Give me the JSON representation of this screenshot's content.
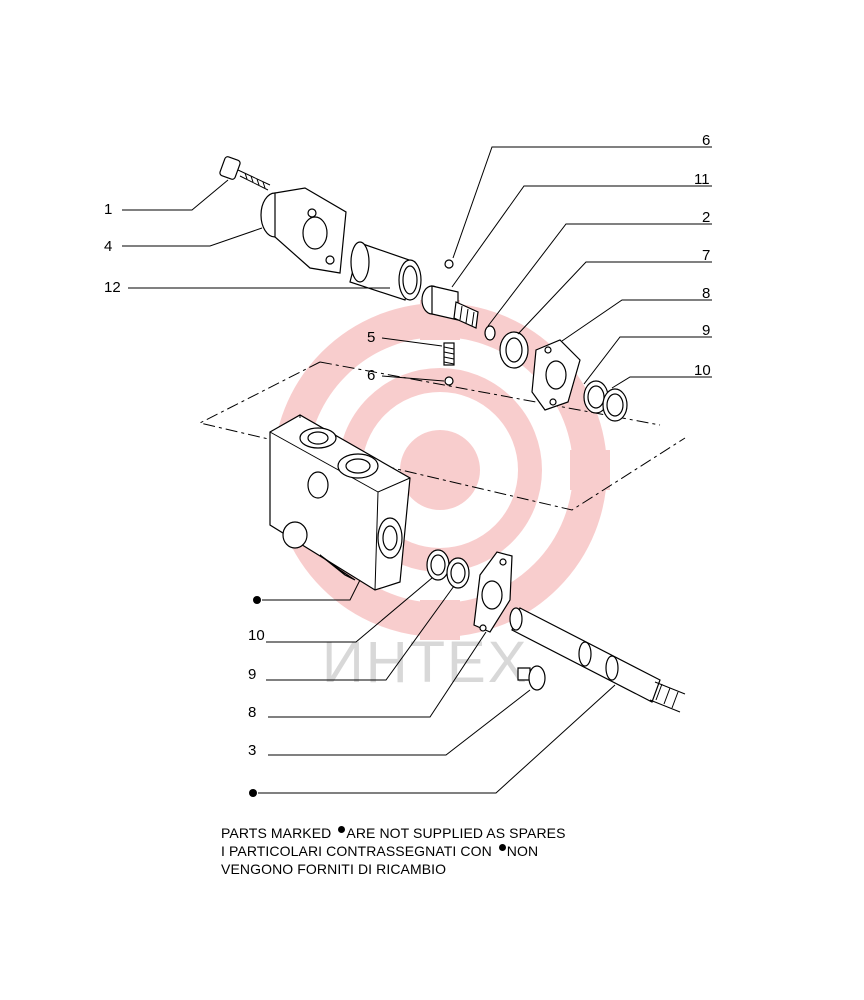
{
  "callouts": [
    {
      "id": "c1",
      "label": "1"
    },
    {
      "id": "c4",
      "label": "4"
    },
    {
      "id": "c12",
      "label": "12"
    },
    {
      "id": "c5",
      "label": "5"
    },
    {
      "id": "c6a",
      "label": "6"
    },
    {
      "id": "c6b",
      "label": "6"
    },
    {
      "id": "c11",
      "label": "11"
    },
    {
      "id": "c2",
      "label": "2"
    },
    {
      "id": "c7",
      "label": "7"
    },
    {
      "id": "c8a",
      "label": "8"
    },
    {
      "id": "c9a",
      "label": "9"
    },
    {
      "id": "c10a",
      "label": "10"
    },
    {
      "id": "c10b",
      "label": "10"
    },
    {
      "id": "c9b",
      "label": "9"
    },
    {
      "id": "c8b",
      "label": "8"
    },
    {
      "id": "c3",
      "label": "3"
    }
  ],
  "watermark": {
    "text": "ИНТЕХ",
    "color": "#f4a5a5"
  },
  "notes": {
    "line1_a": "PARTS MARKED ",
    "line1_b": "ARE NOT SUPPLIED AS SPARES",
    "line2_a": "I PARTICOLARI CONTRASSEGNATI CON ",
    "line2_b": "NON",
    "line3": "VENGONO FORNITI DI RICAMBIO"
  }
}
